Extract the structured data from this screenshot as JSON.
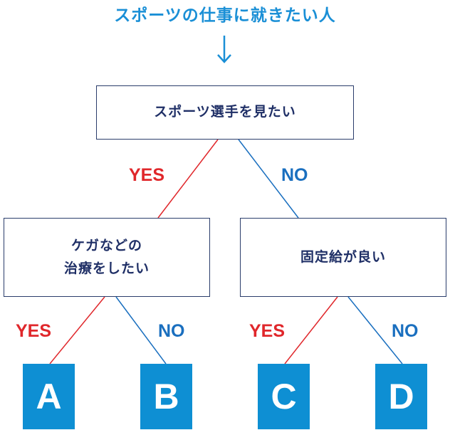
{
  "title": "スポーツの仕事に就きたい人",
  "questions": {
    "root": "スポーツ選手を見たい",
    "left_line1": "ケガなどの",
    "left_line2": "治療をしたい",
    "right": "固定給が良い"
  },
  "branches": {
    "yes": "YES",
    "no": "NO"
  },
  "answers": [
    "A",
    "B",
    "C",
    "D"
  ],
  "colors": {
    "title": "#1a8fd6",
    "box_text": "#1f2f66",
    "yes": "#e0272b",
    "no": "#1a6fbf",
    "answer_bg": "#0e8fd3"
  }
}
